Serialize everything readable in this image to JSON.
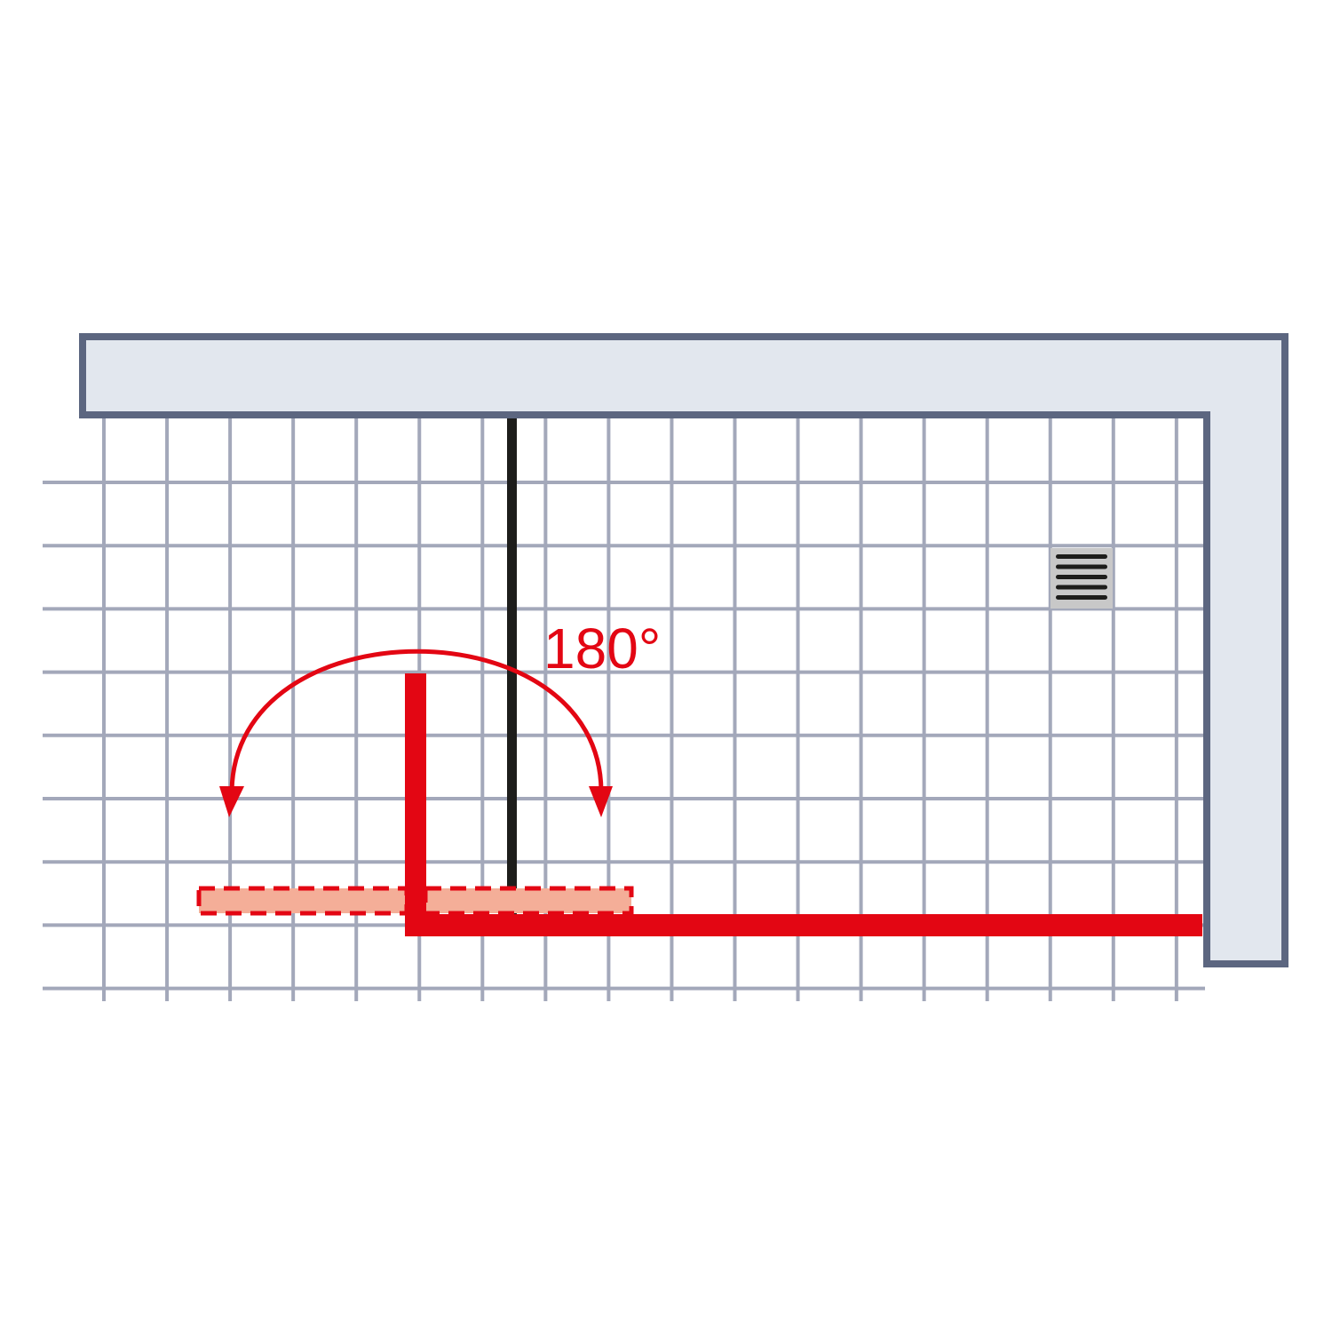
{
  "angle_label": "180°",
  "colors": {
    "background": "#ffffff",
    "wall_fill": "#e2e7ee",
    "wall_stroke": "#5c6680",
    "grid_line": "#a3a8ba",
    "accent_red": "#e30613",
    "ghost_fill": "#f4ae98",
    "fixed_panel": "#1d1d1b",
    "drain_fill": "#c8c8c8",
    "drain_slot": "#1d1d1b"
  },
  "icons": {
    "drain": "floor-drain-icon",
    "rotation_arrow": "double-headed-arc-arrow"
  },
  "swing_range_degrees": 180
}
